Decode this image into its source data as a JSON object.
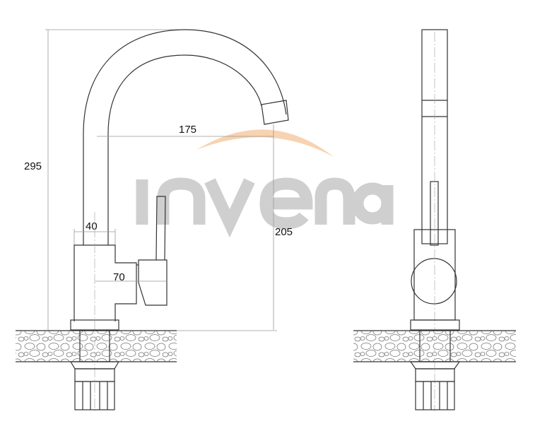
{
  "watermark": {
    "text": "invena",
    "text_color": "#cfcfcf",
    "arc_color": "#f6cba3"
  },
  "dimensions": {
    "height_total": "295",
    "spout_reach": "175",
    "spout_height": "205",
    "pipe_diameter": "40",
    "body_depth": "70"
  },
  "views": [
    "side-view",
    "front-view"
  ]
}
